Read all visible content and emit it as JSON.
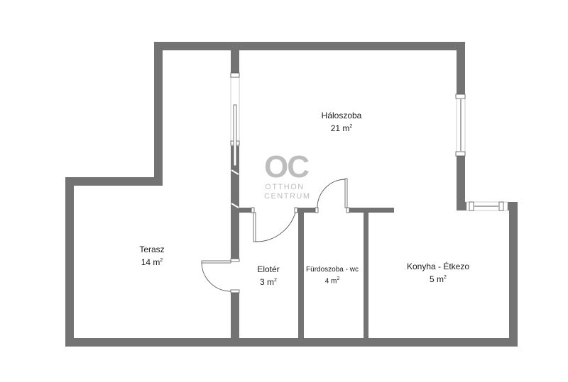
{
  "plan": {
    "wall_color": "#737373",
    "rooms": [
      {
        "name": "Háloszoba",
        "area": "21 m",
        "unit_sup": "2"
      },
      {
        "name": "Terasz",
        "area": "14 m",
        "unit_sup": "2"
      },
      {
        "name": "Elotér",
        "area": "3 m",
        "unit_sup": "2"
      },
      {
        "name": "Fürdoszoba - wc",
        "area": "4 m",
        "unit_sup": "2"
      },
      {
        "name": "Konyha - Étkezo",
        "area": "5 m",
        "unit_sup": "2"
      }
    ]
  },
  "watermark": {
    "line1": "OTTHON",
    "line2": "CENTRUM",
    "mark": "ÔC"
  }
}
